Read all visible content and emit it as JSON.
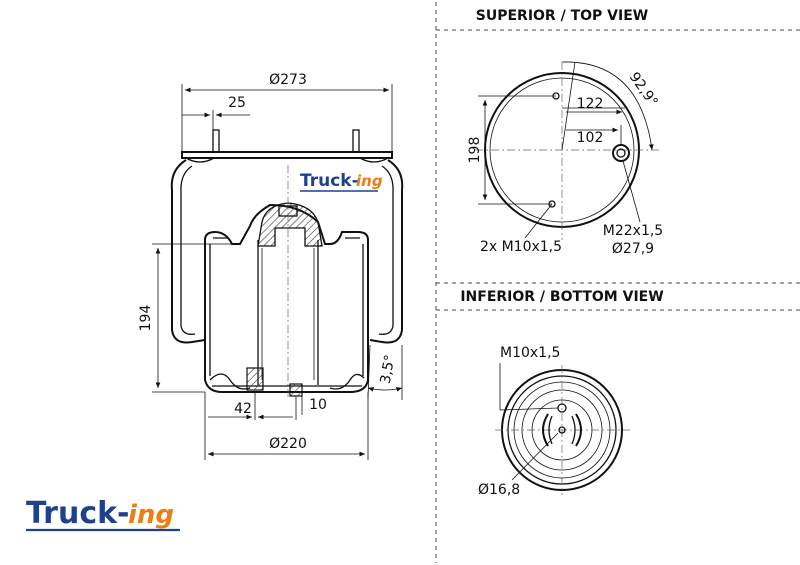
{
  "headings": {
    "top_view": "SUPERIOR / TOP VIEW",
    "bottom_view": "INFERIOR / BOTTOM VIEW"
  },
  "side_view": {
    "diameter_top": "Ø273",
    "pin_offset": "25",
    "height": "194",
    "angle": "3,5°",
    "offset_42": "42",
    "offset_10": "10",
    "diameter_bottom": "Ø220"
  },
  "top_view": {
    "angle": "92,9°",
    "dim_122": "122",
    "dim_102": "102",
    "dim_198": "198",
    "thread_main": "M22x1,5",
    "thread_main_dia": "Ø27,9",
    "thread_pins": "2x M10x1,5"
  },
  "bottom_view": {
    "thread": "M10x1,5",
    "diameter": "Ø16,8"
  },
  "logo": {
    "brand_main": "Truck-",
    "brand_suffix": "ing"
  },
  "colors": {
    "brand_blue": "#1f3f8f",
    "brand_orange": "#ee7d14",
    "line": "#111111"
  }
}
